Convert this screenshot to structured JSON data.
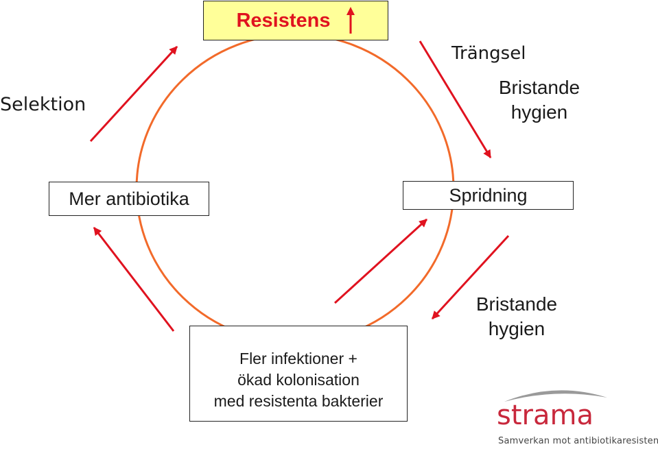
{
  "diagram": {
    "top_node": {
      "label": "Resistens",
      "indicator": "up-arrow-icon",
      "fill": "#ffff99",
      "text_color": "#e0121f"
    },
    "left_node": {
      "label": "Mer antibiotika"
    },
    "right_node": {
      "label": "Spridning"
    },
    "bottom_node": {
      "lines": [
        "Fler infektioner +",
        "ökad kolonisation",
        "med resistenta bakterier"
      ]
    },
    "annotations": {
      "selektion": "Selektion",
      "trangsel": "Trängsel",
      "hygiene_top": [
        "Bristande",
        "hygien"
      ],
      "hygiene_bottom": [
        "Bristande",
        "hygien"
      ]
    },
    "colors": {
      "cycle": "#f26a2a",
      "arrow": "#e0121f"
    }
  },
  "logo": {
    "name": "Strama",
    "brand_color": "#c8283c",
    "tagline": "Samverkan mot antibiotikaresistens"
  }
}
